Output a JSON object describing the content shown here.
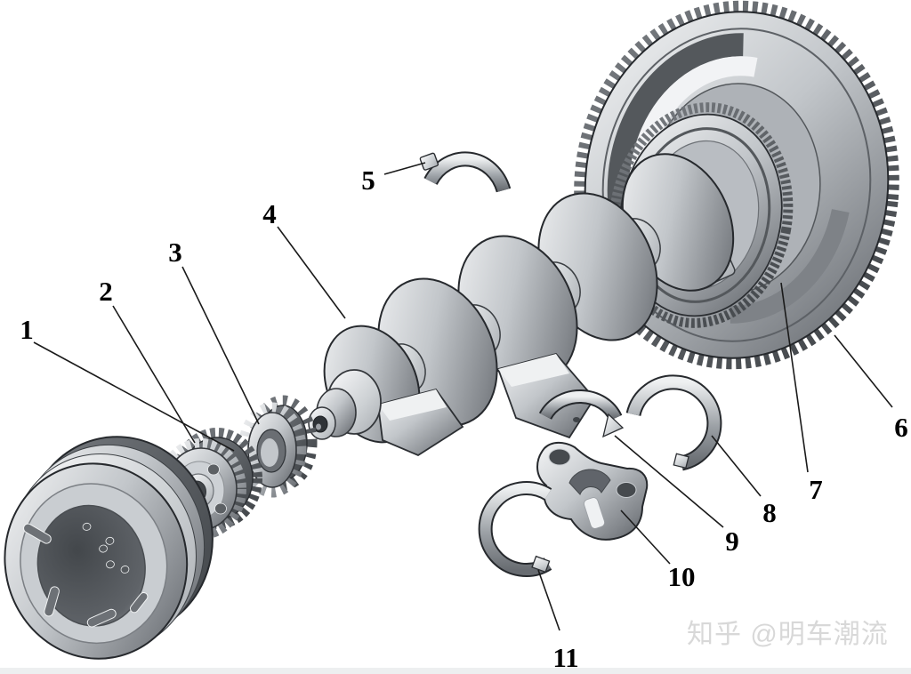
{
  "diagram": {
    "type": "exploded-view-technical-diagram",
    "subject": "engine crankshaft assembly with pulley, timing gear, sprocket, crankshaft, bearing shells, flywheel, ring gear and main bearing cap",
    "part_labels": [
      "1",
      "2",
      "3",
      "4",
      "5",
      "6",
      "7",
      "8",
      "9",
      "10",
      "11"
    ],
    "watermark": {
      "text": "知乎 @明车潮流"
    },
    "colors": {
      "background": "#ffffff",
      "metal_light": "#eef0f2",
      "metal_mid": "#a9adb2",
      "metal_dark": "#5c6065",
      "outline": "#26292d",
      "label_color": "#000000",
      "watermark_color": "#d8d8d8",
      "bottom_strip": "#edeff0"
    }
  }
}
